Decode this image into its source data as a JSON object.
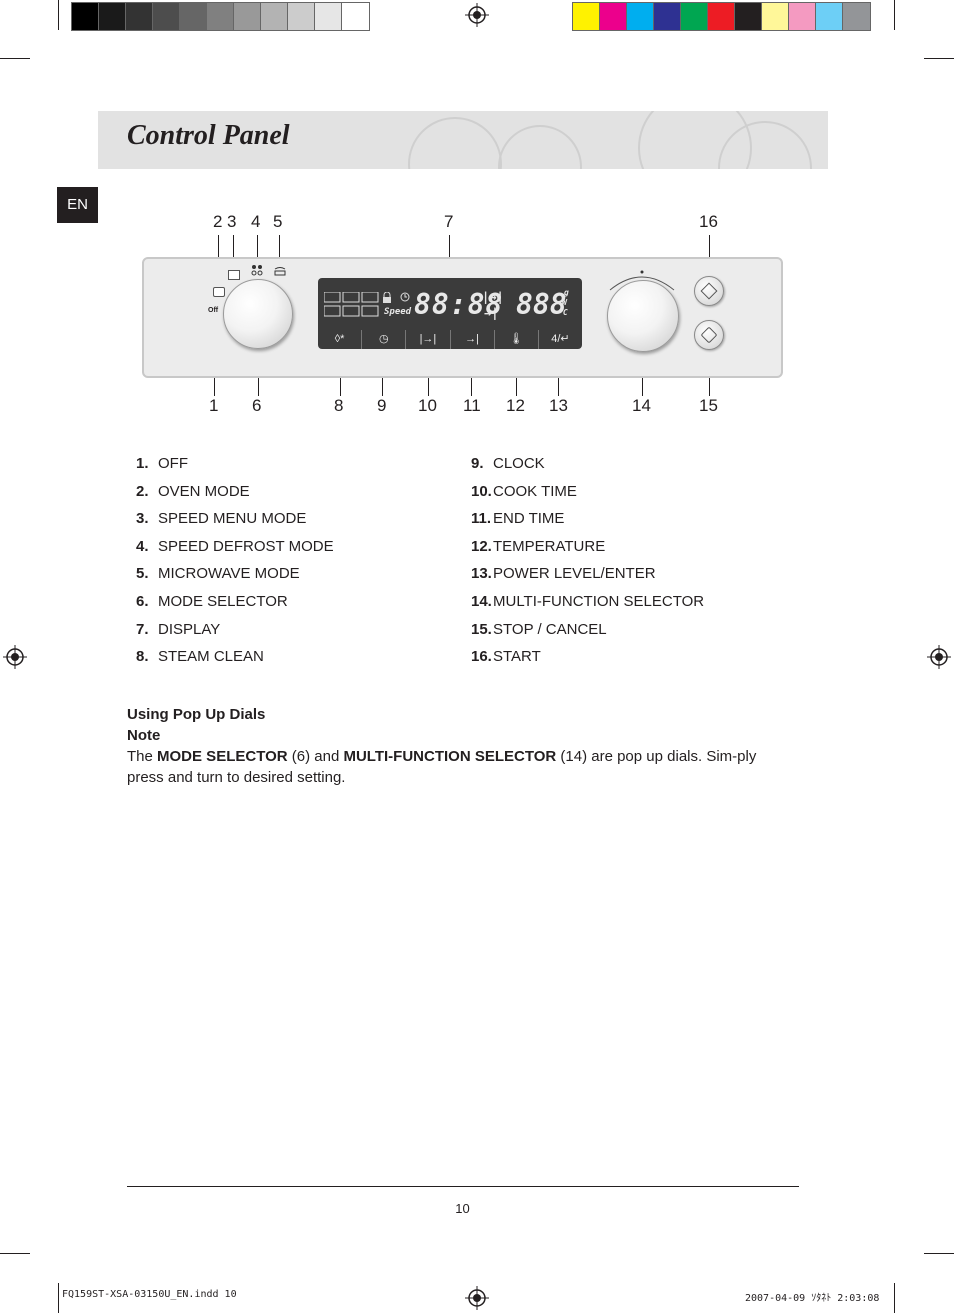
{
  "header": {
    "title": "Control Panel",
    "language_tab": "EN"
  },
  "colors": {
    "grayscale_bar": [
      "#000000",
      "#1a1a1a",
      "#333333",
      "#4d4d4d",
      "#666666",
      "#808080",
      "#999999",
      "#b3b3b3",
      "#cccccc",
      "#e6e6e6",
      "#ffffff"
    ],
    "color_bar": [
      "#fff200",
      "#ec008c",
      "#00aeef",
      "#2e3192",
      "#00a651",
      "#ed1c24",
      "#231f20",
      "#fff799",
      "#f49ac1",
      "#6dcff6",
      "#939598"
    ]
  },
  "diagram": {
    "callouts_top": [
      "2",
      "3",
      "4",
      "5",
      "7",
      "16"
    ],
    "callouts_bottom": [
      "1",
      "6",
      "8",
      "9",
      "10",
      "11",
      "12",
      "13",
      "14",
      "15"
    ],
    "dial_label": "Off",
    "display_segments": {
      "time": "88:88",
      "value": "888",
      "units": [
        "g",
        "W",
        "°C"
      ],
      "speed": "Speed"
    },
    "display_keys": [
      "◊*",
      "◷",
      "|→|",
      "→|",
      "🌡",
      "4/↵"
    ]
  },
  "legend": {
    "left": [
      {
        "num": "1.",
        "label": "OFF"
      },
      {
        "num": "2.",
        "label": "OVEN MODE"
      },
      {
        "num": "3.",
        "label": "SPEED MENU MODE"
      },
      {
        "num": "4.",
        "label": "SPEED DEFROST MODE"
      },
      {
        "num": "5.",
        "label": "MICROWAVE MODE"
      },
      {
        "num": "6.",
        "label": "MODE SELECTOR"
      },
      {
        "num": "7.",
        "label": "DISPLAY"
      },
      {
        "num": "8.",
        "label": "STEAM CLEAN"
      }
    ],
    "right": [
      {
        "num": "9.",
        "label": "CLOCK"
      },
      {
        "num": "10.",
        "label": "COOK TIME"
      },
      {
        "num": "11.",
        "label": "END TIME"
      },
      {
        "num": "12.",
        "label": "TEMPERATURE"
      },
      {
        "num": "13.",
        "label": "POWER LEVEL/ENTER"
      },
      {
        "num": "14.",
        "label": "MULTI-FUNCTION SELECTOR"
      },
      {
        "num": "15.",
        "label": "STOP / CANCEL"
      },
      {
        "num": "16.",
        "label": "START"
      }
    ]
  },
  "notes": {
    "heading": "Using Pop Up Dials",
    "subheading": "Note",
    "text_the": "The ",
    "mode_selector": "MODE SELECTOR",
    "text_mid": " (6) and ",
    "multi_selector": "MULTI-FUNCTION SELECTOR",
    "text_end": "  (14) are pop up dials. Sim-ply press and turn to desired setting."
  },
  "footer": {
    "page_number": "10",
    "slug_left": "FQ159ST-XSA-03150U_EN.indd   10",
    "slug_right": "2007-04-09   ｿﾀﾈﾄ 2:03:08"
  }
}
